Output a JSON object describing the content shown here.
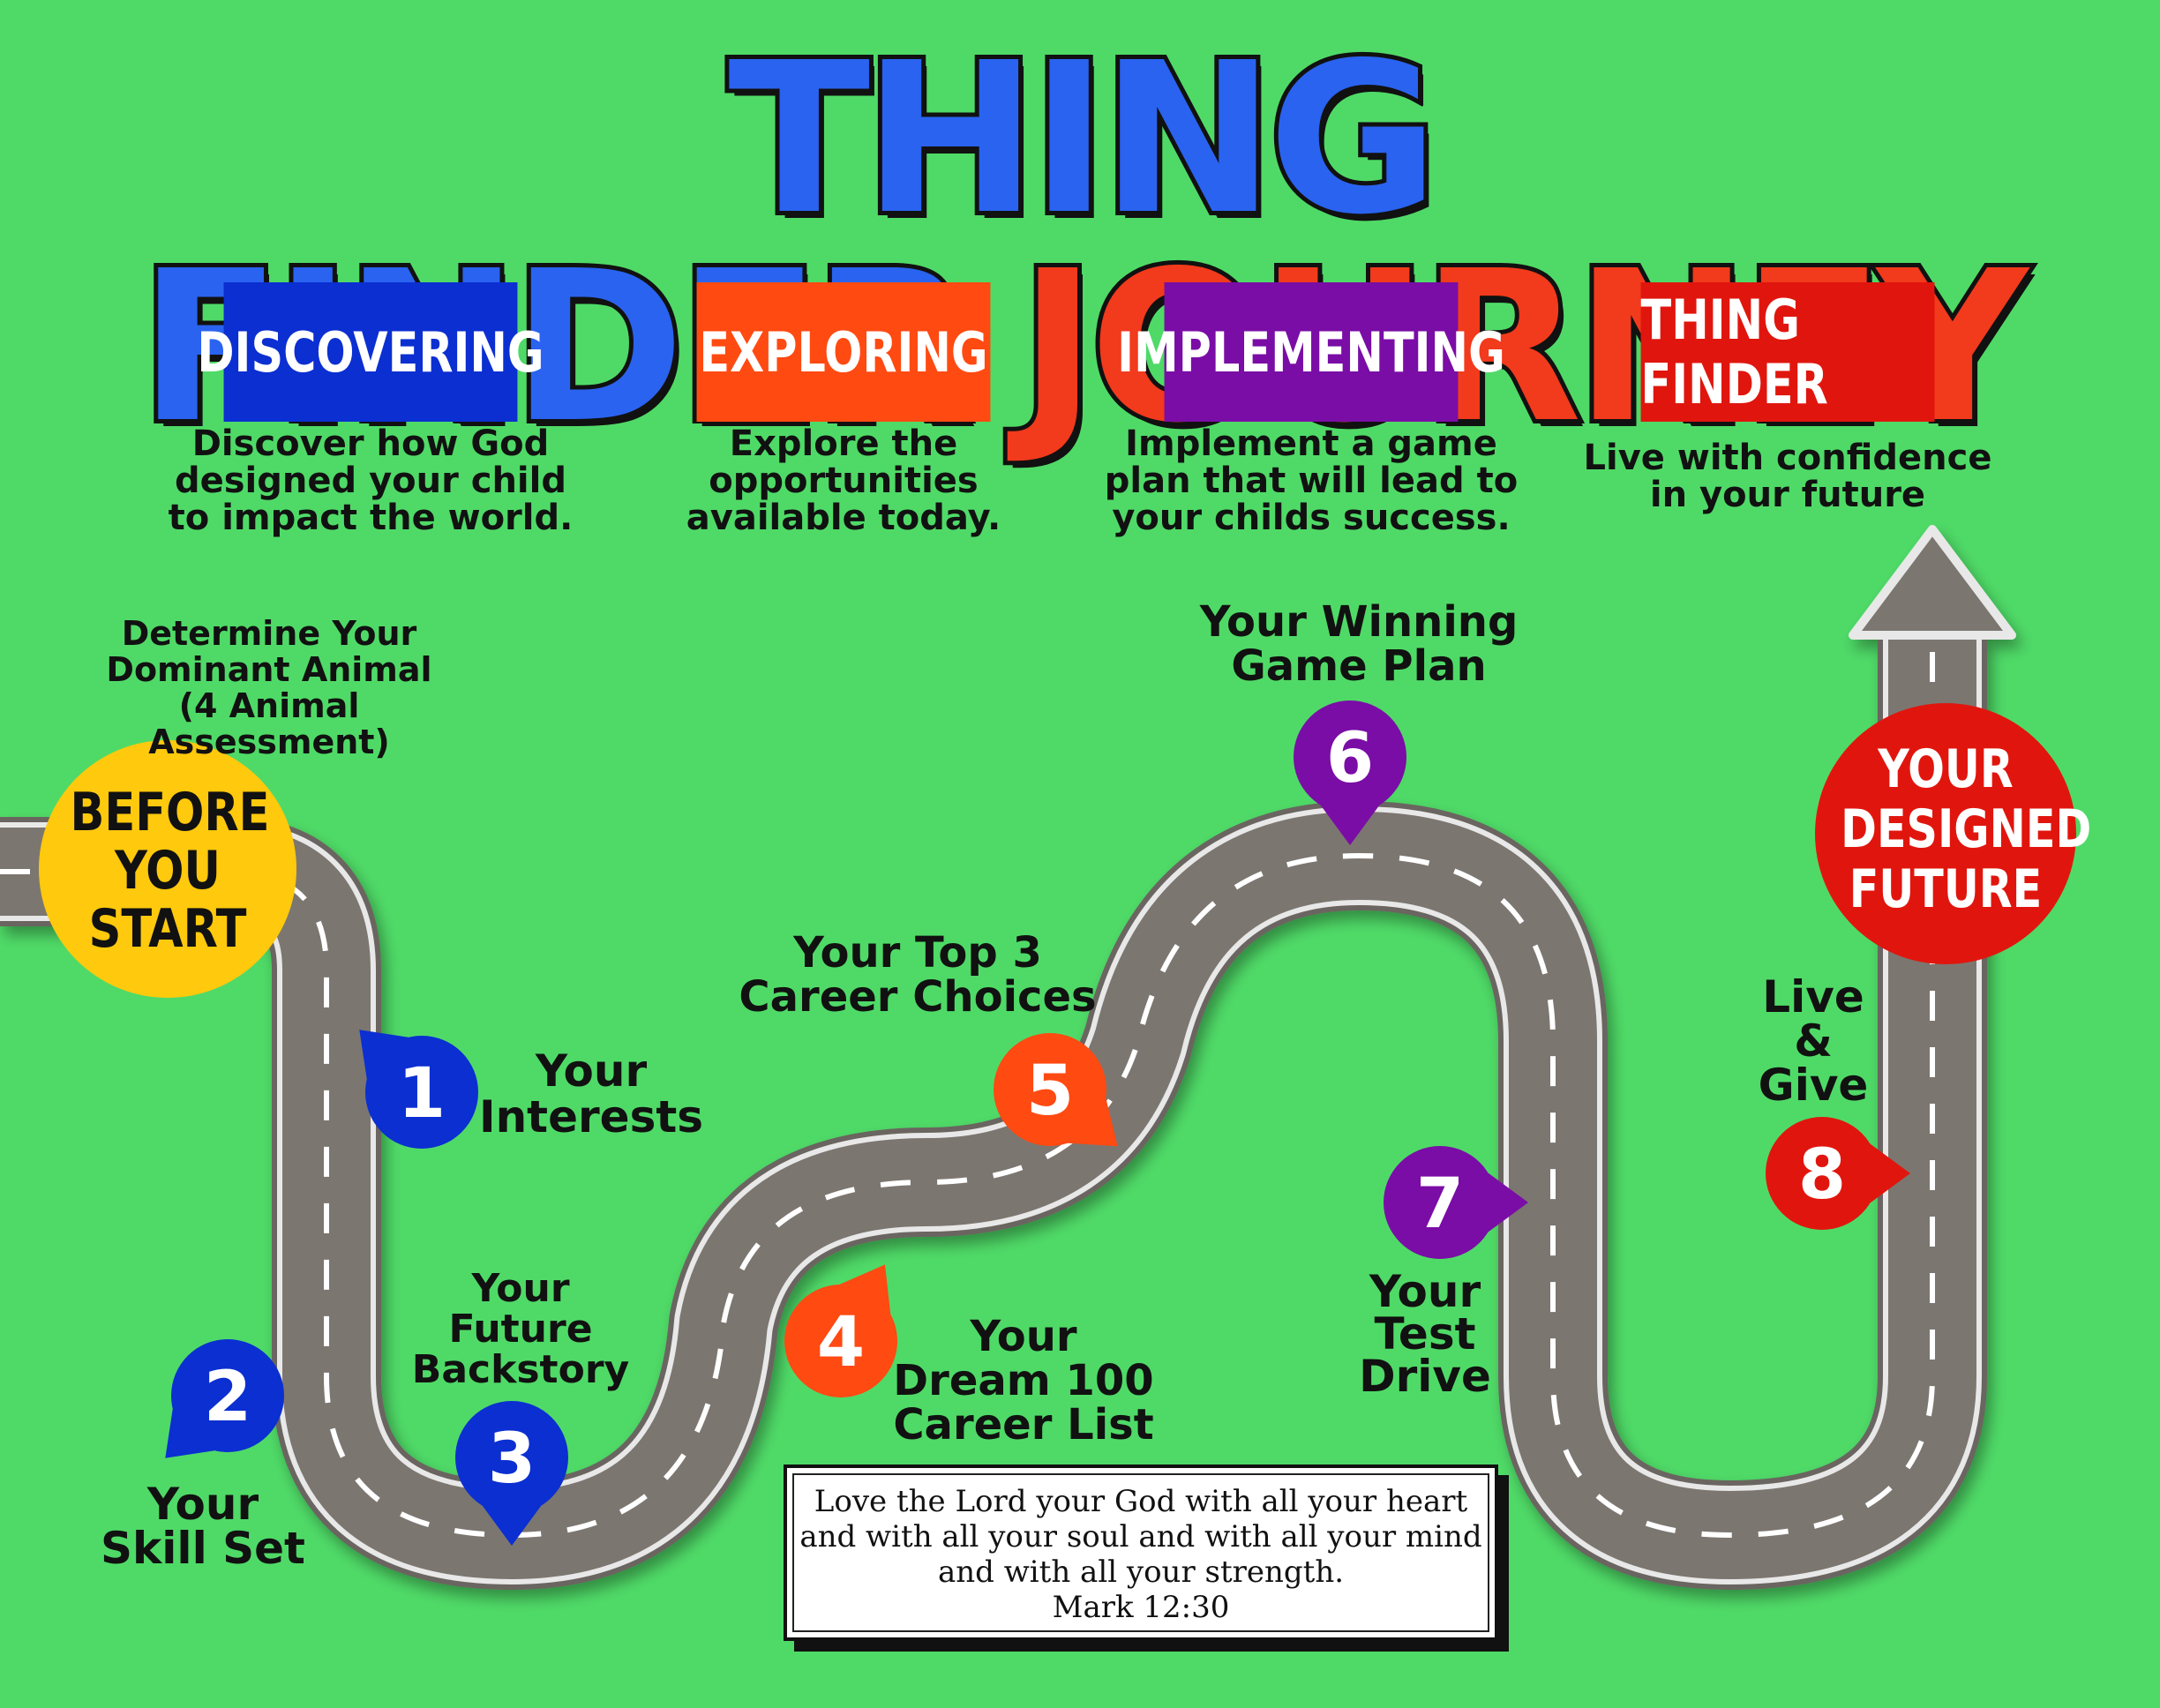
{
  "title": {
    "part1": "THING FINDER",
    "part2": "JOURNEY"
  },
  "colors": {
    "background": "#4fda67",
    "blue": "#0b2fd1",
    "orange": "#ff4a12",
    "purple": "#7a0da6",
    "red": "#e0160e",
    "yellow": "#ffc90d",
    "road": "#7b7670"
  },
  "phases": [
    {
      "label": "DISCOVERING",
      "desc": [
        "Discover how God",
        "designed your child",
        "to impact the world."
      ],
      "color": "#0b2fd1"
    },
    {
      "label": "EXPLORING",
      "desc": [
        "Explore the",
        "opportunities",
        "available today."
      ],
      "color": "#ff4a12"
    },
    {
      "label": "IMPLEMENTING",
      "desc": [
        "Implement a game",
        "plan that will lead to",
        "your childs success."
      ],
      "color": "#7a0da6"
    },
    {
      "label": "THING FINDER",
      "desc": [
        "Live with confidence",
        "in your future"
      ],
      "color": "#e0160e"
    }
  ],
  "start": {
    "lines": [
      "BEFORE",
      "YOU",
      "START"
    ],
    "note": [
      "Determine Your",
      "Dominant Animal",
      "(4 Animal Assessment)"
    ]
  },
  "end": {
    "lines": [
      "YOUR",
      "DESIGNED",
      "FUTURE"
    ]
  },
  "steps": [
    {
      "num": "1",
      "color": "#0b2fd1",
      "label": [
        "Your",
        "Interests"
      ]
    },
    {
      "num": "2",
      "color": "#0b2fd1",
      "label": [
        "Your",
        "Skill Set"
      ]
    },
    {
      "num": "3",
      "color": "#0b2fd1",
      "label": [
        "Your",
        "Future",
        "Backstory"
      ]
    },
    {
      "num": "4",
      "color": "#ff4a12",
      "label": [
        "Your",
        "Dream 100",
        "Career List"
      ]
    },
    {
      "num": "5",
      "color": "#ff4a12",
      "label": [
        "Your Top 3",
        "Career Choices"
      ]
    },
    {
      "num": "6",
      "color": "#7a0da6",
      "label": [
        "Your Winning",
        "Game Plan"
      ]
    },
    {
      "num": "7",
      "color": "#7a0da6",
      "label": [
        "Your",
        "Test",
        "Drive"
      ]
    },
    {
      "num": "8",
      "color": "#e0160e",
      "label": [
        "Live",
        "&",
        "Give"
      ]
    }
  ],
  "verse": {
    "lines": [
      "Love the Lord your God with all your heart",
      "and with all your soul and with all your mind",
      "and with all your strength."
    ],
    "ref": "Mark 12:30"
  }
}
